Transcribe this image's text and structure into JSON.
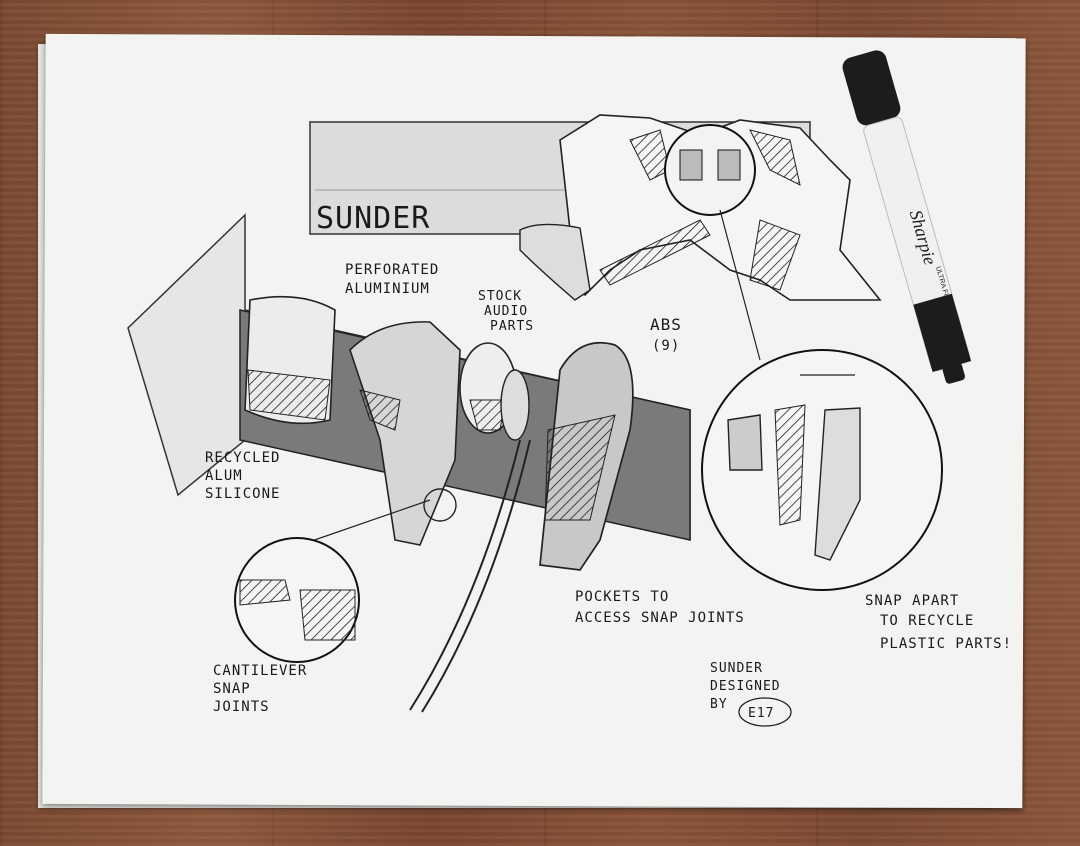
{
  "photo": {
    "surface": "wood-table",
    "colors": {
      "wood": "#7c4a32",
      "paper": "#f3f3f1",
      "ink": "#1a1a1a",
      "marker_gray": "#7a7a7a"
    }
  },
  "sketch": {
    "title": "SUNDER",
    "labels": {
      "perforated": "PERFORATED",
      "aluminium": "ALUMINIUM",
      "stock": "STOCK",
      "audio": "AUDIO",
      "parts": "PARTS",
      "abs": "ABS",
      "abs_sub": "(9)",
      "recycled": "RECYCLED",
      "alum": "ALUM",
      "silicone": "SILICONE",
      "pockets_to": "POCKETS TO",
      "access": "ACCESS SNAP JOINTS",
      "snap_apart": "SNAP APART",
      "to_recycle": "TO RECYCLE",
      "plastic_parts": "PLASTIC PARTS!",
      "cantilever": "CANTILEVER",
      "snap": "SNAP",
      "joints": "JOINTS"
    },
    "signature": {
      "line1": "SUNDER",
      "line2": "DESIGNED",
      "line3": "BY",
      "mark": "E17"
    }
  },
  "marker": {
    "brand": "Sharpie",
    "tip": "ULTRA FINE",
    "icon": "sharpie-marker-icon"
  }
}
